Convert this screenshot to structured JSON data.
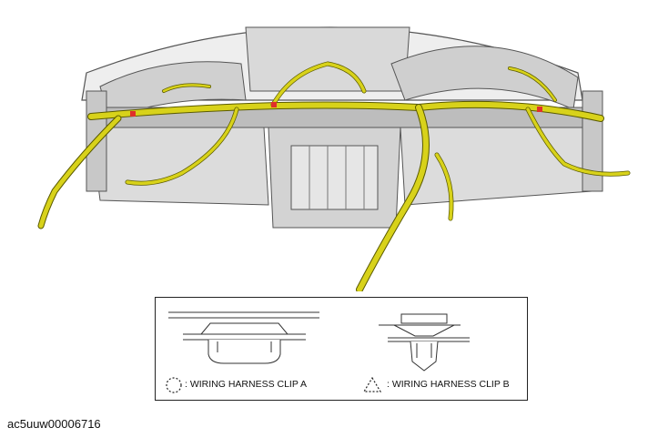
{
  "legend": {
    "clip_a_label": ": WIRING HARNESS CLIP A",
    "clip_b_label": ": WIRING HARNESS CLIP B",
    "clip_a_symbol": "dotted-circle",
    "clip_b_symbol": "dotted-triangle"
  },
  "figure_id": "ac5uuw00006716",
  "colors": {
    "harness": "#d8d21a",
    "harness_outline": "#5a5a00",
    "panel": "#e6e6e6",
    "panel_shade": "#c4c4c4",
    "line": "#555555",
    "clip_marker": "#e0302a"
  }
}
